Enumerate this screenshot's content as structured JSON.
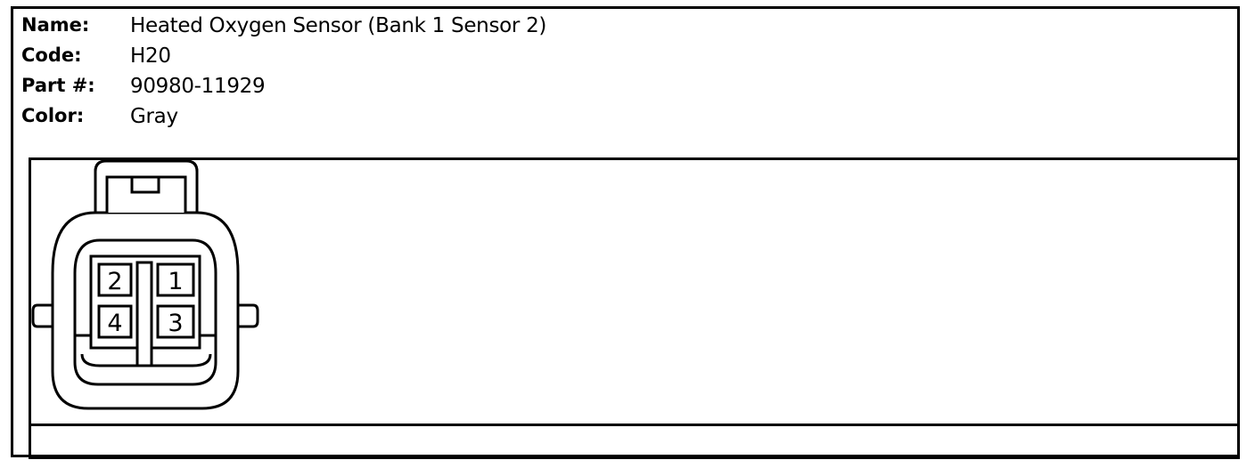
{
  "connector": {
    "name_label": "Name:",
    "name_value": "Heated Oxygen Sensor (Bank 1 Sensor 2)",
    "code_label": "Code:",
    "code_value": "H20",
    "part_label": "Part #:",
    "part_value": "90980-11929",
    "color_label": "Color:",
    "color_value": "Gray"
  },
  "pins": {
    "p1": "1",
    "p2": "2",
    "p3": "3",
    "p4": "4"
  }
}
